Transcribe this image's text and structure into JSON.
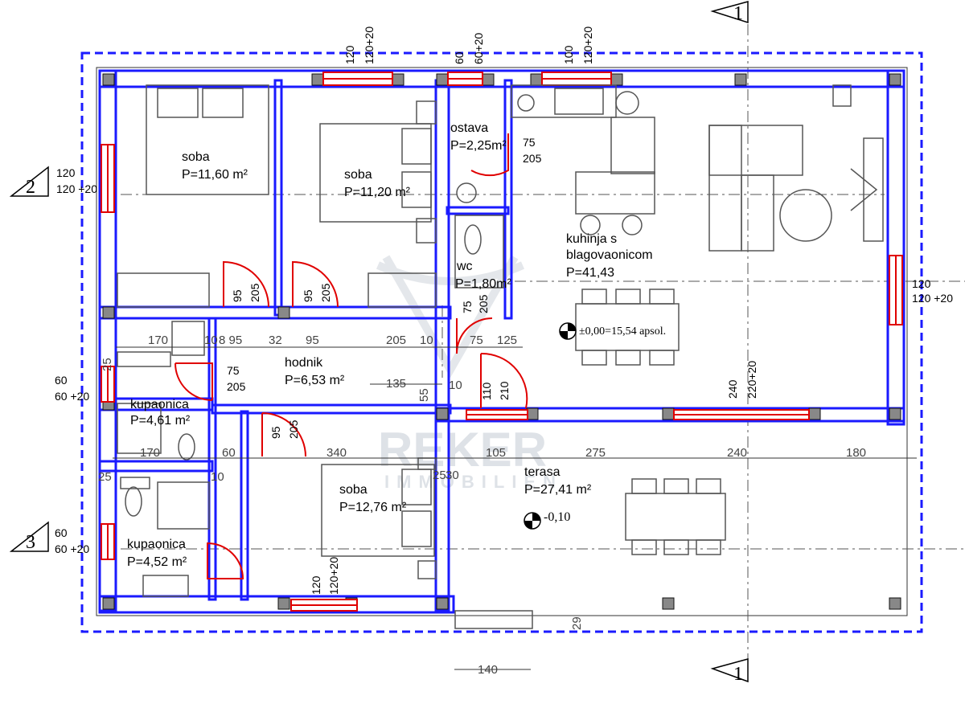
{
  "colors": {
    "wall": "#1a1aff",
    "opening": "#e00000",
    "outline": "#1a1aff",
    "axis": "#555555",
    "furniture": "#555555",
    "watermark": "#d9dde3"
  },
  "watermark": {
    "name": "REKER",
    "sub": "IMMOBILIEN"
  },
  "section_markers": {
    "top": "1",
    "bottom": "1",
    "left_upper": "2",
    "left_lower": "3"
  },
  "rooms": [
    {
      "name": "soba",
      "area": "P=11,60 m²"
    },
    {
      "name": "soba",
      "area": "P=11,20 m²"
    },
    {
      "name": "ostava",
      "area": "P=2,25m²"
    },
    {
      "name": "wc",
      "area": "P=1,80m²"
    },
    {
      "name": "kuhinja s",
      "name2": "blagovaonicom",
      "area": "P=41,43"
    },
    {
      "name": "hodnik",
      "area": "P=6,53 m²"
    },
    {
      "name": "kupaonica",
      "area": "P=4,61 m²"
    },
    {
      "name": "kupaonica",
      "area": "P=4,52 m²"
    },
    {
      "name": "soba",
      "area": "P=12,76 m²"
    },
    {
      "name": "terasa",
      "area": "P=27,41 m²"
    }
  ],
  "levels": {
    "floor": "±0,00=15,54 apsol.",
    "terrace": "-0,10"
  },
  "top_windows": [
    {
      "w": "120",
      "h": "120+20"
    },
    {
      "w": "60",
      "h": "60+20"
    },
    {
      "w": "100",
      "h": "120+20"
    }
  ],
  "left_windows": [
    {
      "w": "120",
      "h": "120 +20"
    },
    {
      "w": "60",
      "h": "60 +20"
    },
    {
      "w": "60",
      "h": "60 +20"
    }
  ],
  "right_window": {
    "w": "120",
    "h": "120 +20"
  },
  "doors": [
    {
      "w": "95",
      "h": "205"
    },
    {
      "w": "95",
      "h": "205"
    },
    {
      "w": "75",
      "h": "205"
    },
    {
      "w": "75",
      "h": "205"
    },
    {
      "w": "75",
      "h": "205"
    },
    {
      "w": "95",
      "h": "205"
    },
    {
      "w": "110",
      "h": "210"
    }
  ],
  "terrace_door": {
    "w": "240",
    "h": "220+20"
  },
  "bottom_window": {
    "w": "120",
    "h": "120+20"
  },
  "corridor_dims": [
    "170",
    "10",
    "8 95",
    "32",
    "95",
    "205",
    "10",
    "75",
    "125"
  ],
  "corridor_small": [
    "135",
    "55",
    "10",
    "25"
  ],
  "lower_dims": [
    "170",
    "60",
    "340",
    "105",
    "275",
    "240",
    "180"
  ],
  "lower_small": [
    "25",
    "10",
    "25",
    "30"
  ],
  "bottom_dims": {
    "step": "140",
    "side": "29"
  }
}
